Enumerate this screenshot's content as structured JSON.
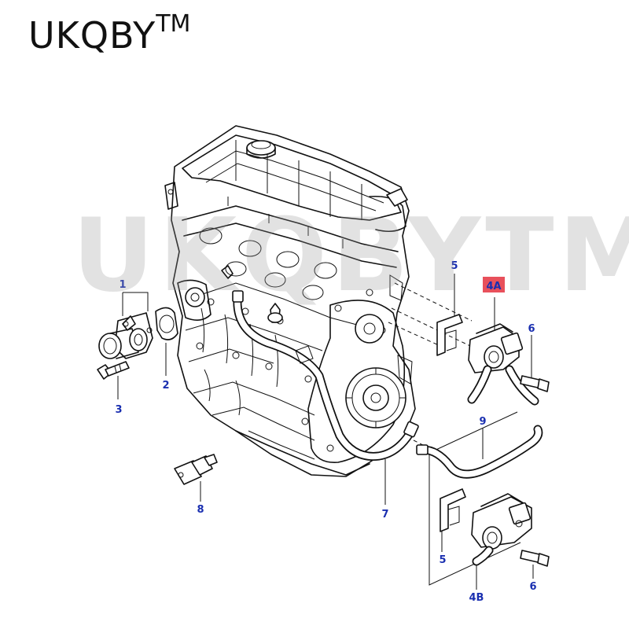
{
  "brand": {
    "name": "UKQBY",
    "tm": "TM"
  },
  "watermark": "UKQBYTM",
  "callouts": {
    "c1": "1",
    "c2": "2",
    "c3": "3",
    "c4a": "4A",
    "c4b": "4B",
    "c5_top": "5",
    "c5_bottom": "5",
    "c6_top": "6",
    "c6_bottom": "6",
    "c7": "7",
    "c8": "8",
    "c9": "9"
  },
  "colors": {
    "callout_text": "#1a2fb0",
    "highlight": "#e8505b",
    "line": "#111111"
  }
}
